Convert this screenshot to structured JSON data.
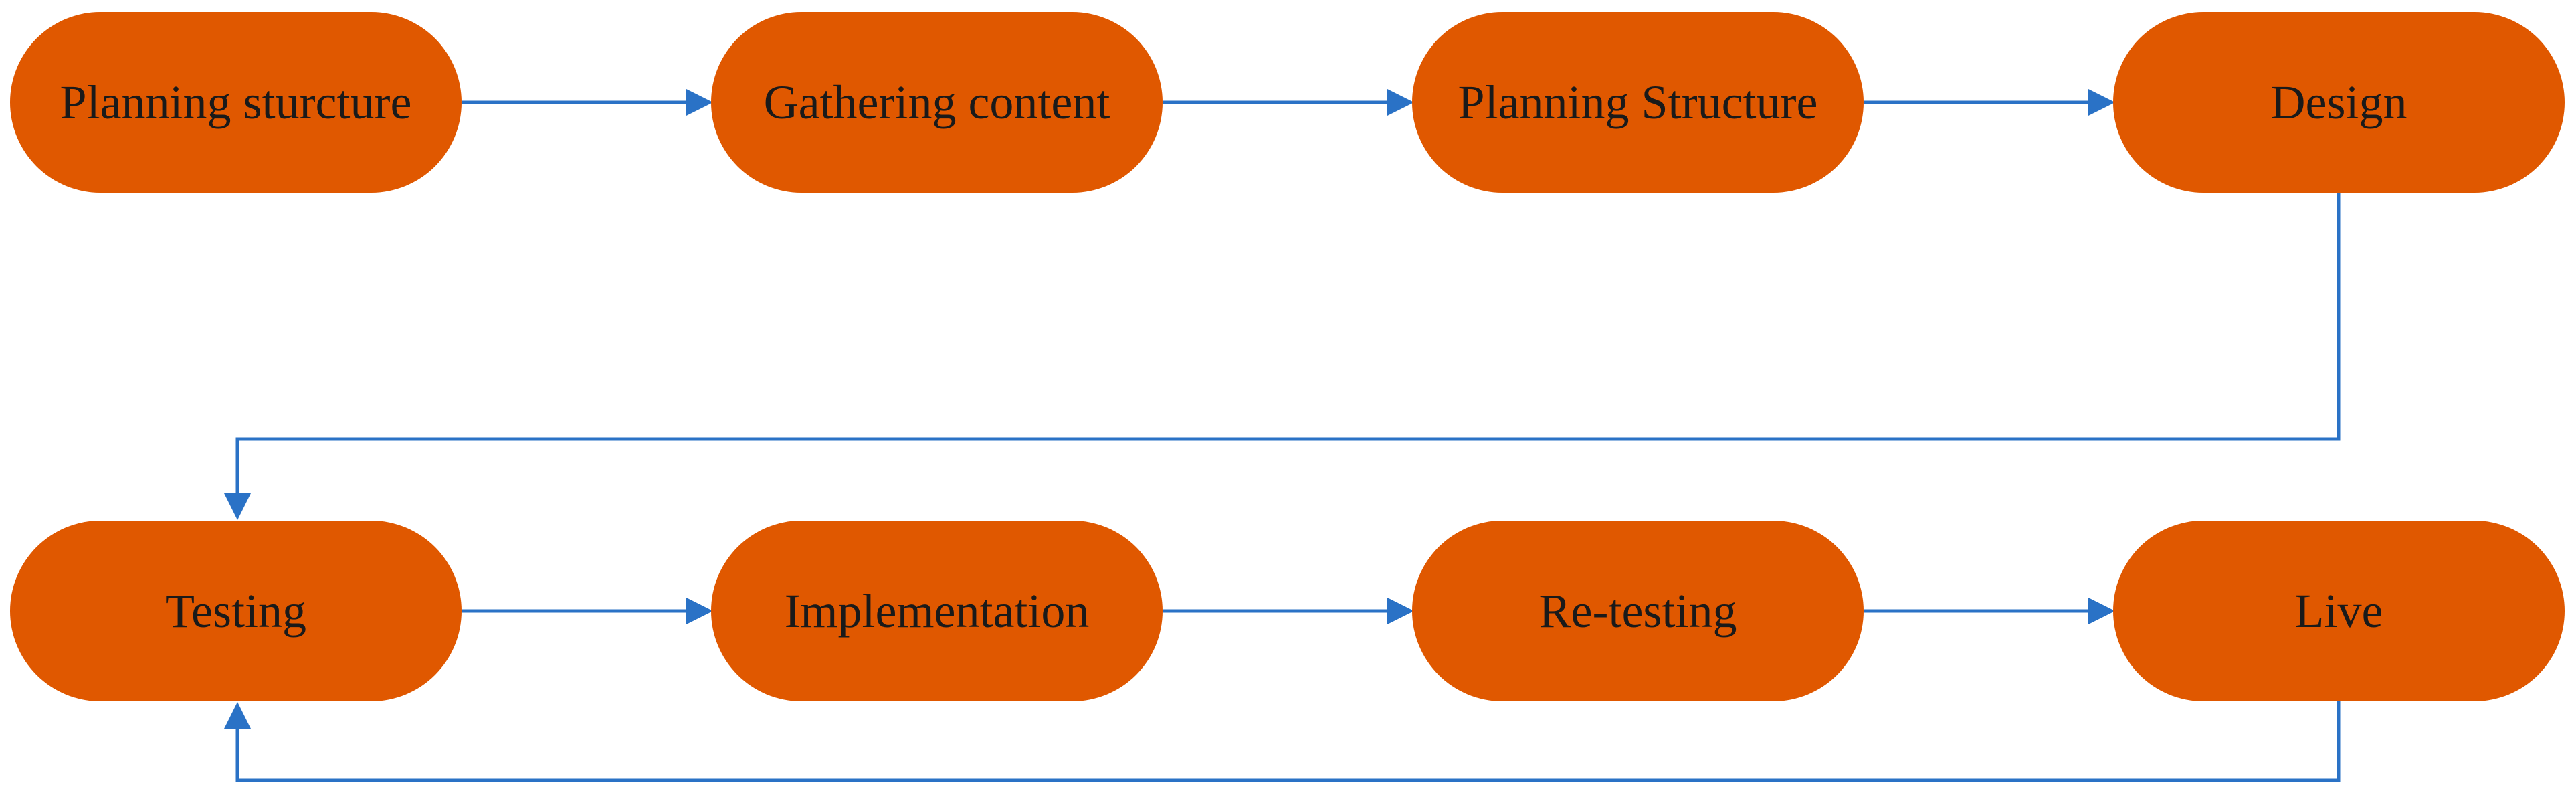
{
  "diagram": {
    "colors": {
      "node_fill": "#e05800",
      "connector": "#2a72c6",
      "label": "#1a1a1a"
    },
    "nodes": [
      {
        "id": "n1",
        "label": "Planning sturcture"
      },
      {
        "id": "n2",
        "label": "Gathering content"
      },
      {
        "id": "n3",
        "label": "Planning Structure"
      },
      {
        "id": "n4",
        "label": "Design"
      },
      {
        "id": "n5",
        "label": "Testing"
      },
      {
        "id": "n6",
        "label": "Implementation"
      },
      {
        "id": "n7",
        "label": "Re-testing"
      },
      {
        "id": "n8",
        "label": "Live"
      }
    ],
    "edges": [
      {
        "from": "n1",
        "to": "n2"
      },
      {
        "from": "n2",
        "to": "n3"
      },
      {
        "from": "n3",
        "to": "n4"
      },
      {
        "from": "n4",
        "to": "n5"
      },
      {
        "from": "n5",
        "to": "n6"
      },
      {
        "from": "n6",
        "to": "n7"
      },
      {
        "from": "n7",
        "to": "n8"
      },
      {
        "from": "n8",
        "to": "n5"
      }
    ]
  }
}
